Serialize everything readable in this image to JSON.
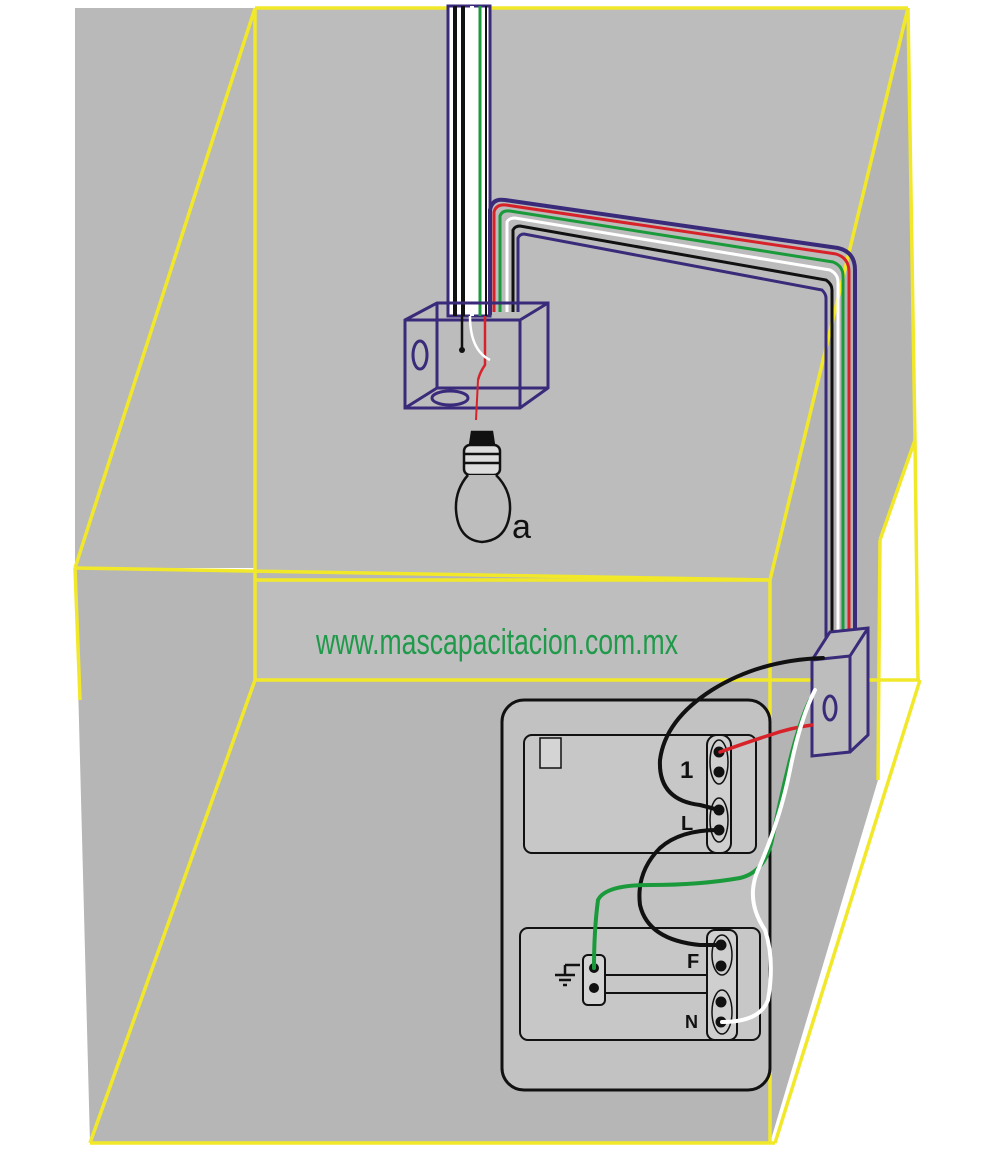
{
  "labels": {
    "lamp": "a",
    "terminal_1": "1",
    "terminal_L": "L",
    "terminal_F": "F",
    "terminal_N": "N",
    "box_oval": "0",
    "watermark": "www.mascapacitacion.com.mx"
  },
  "colors": {
    "wall": "#b8b8b8",
    "room_edge": "#f2e82a",
    "conduit_outline": "#3a2a7a",
    "wire_red": "#d8222a",
    "wire_green": "#1a9a3a",
    "wire_white": "#ffffff",
    "wire_black": "#111111",
    "watermark": "#1f9a4a"
  },
  "icons": [
    "lightbulb-icon",
    "ground-symbol-icon"
  ]
}
